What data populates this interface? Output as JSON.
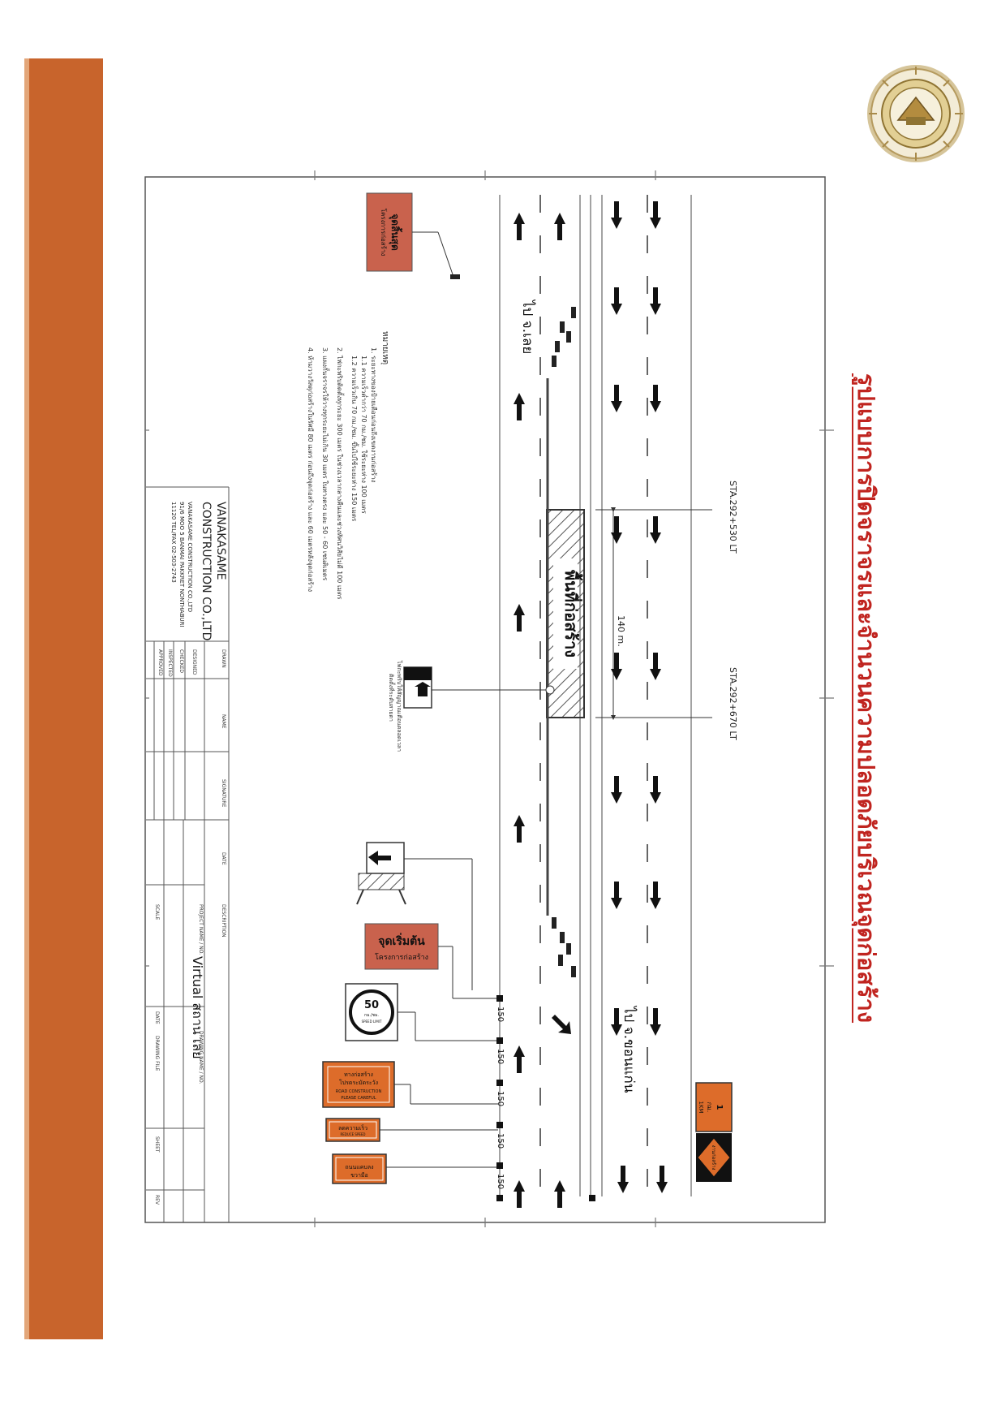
{
  "title": "รูปแบบการปิดจราจรและจำนวนความปลอดภัยบริเวณจุดก่อสร้าง",
  "seal": {
    "alt_text": "กรมทางหลวง"
  },
  "drawing": {
    "station_start": "STA.292+530 LT",
    "station_end": "STA.292+670 LT",
    "length": "140 m.",
    "construction_area": "พื้นที่ก่อสร้าง",
    "dir_upper": "ไป จ.เลย",
    "dir_lower": "ไป จ.ขอนแก่น",
    "sign_end": {
      "line1": "จุดสิ้นสุด",
      "line2": "โครงการก่อสร้าง"
    },
    "sign_start": {
      "line1": "จุดเริ่มต้น",
      "line2": "โครงการก่อสร้าง"
    },
    "speed_sign": {
      "value": "50",
      "line1": "กม./ชม.",
      "line2": "SPEED LIMIT"
    },
    "sign_caution": {
      "line1": "ทางก่อสร้าง",
      "line2": "โปรดระมัดระวัง",
      "line3": "ROAD CONSTRUCTION",
      "line4": "PLEASE CAREFUL"
    },
    "sign_slow": {
      "line1": "ลดความเร็ว",
      "line2": "REDUCE SPEED"
    },
    "sign_narrow": {
      "line1": "ถนนแคบลง",
      "line2": "ขวามือ"
    },
    "sign_1km": {
      "line1": "1",
      "line2": "กม.",
      "line3": "1KM"
    },
    "sign_diamond": "งานก่อสร้าง",
    "dist_150": "150",
    "light_note": {
      "line1": "ไฟกะพริบให้สัญญาณเตือนตลอดเวลา",
      "line2": "ติดตั้งที่ระดับสายตา"
    },
    "notes_header": "หมายเหตุ",
    "notes": [
      "1. ระยะทางของป้ายเตือนก่อนถึงเขตงานก่อสร้าง",
      "1.1 ความเร็วต่ำกว่า 70 กม./ชม. ใช้ระยะห่าง 100 เมตร",
      "1.2 ความเร็วเกิน 70 กม./ชม. ขึ้นไปใช้ระยะห่าง 150 เมตร",
      "2. ไฟกะพริบติดตั้งทุกระยะ 300 เมตร ในช่วงเวลากลางคืนและช่วงทัศนวิสัยไม่ดี 100 เมตร",
      "3. แผงกั้นจราจรให้วางทุกระยะไม่เกิน 30 เมตร ในทางตรง และ 50 - 60 เซนติเมตร",
      "4. ห้ามวางวัสดุก่อสร้างในรัศมี 80 เมตร ก่อนถึงจุดก่อสร้าง และ 60 เมตรหลังจุดก่อสร้าง"
    ],
    "company": {
      "name1": "VANAKASAME",
      "name2": "CONSTRUCTION CO.,LTD",
      "sub1": "VANAKASAME CONSTRUCTION CO.,LTD",
      "sub2": "91/6 MOO 5 BANMAI PAKKRET NONTHABURI",
      "sub3": "11120 TEL/FAX 02-503-2743"
    },
    "title_block": {
      "drawn": "DRAWN",
      "designed": "DESIGNED",
      "checked": "CHECKED",
      "inspected": "INSPECTED",
      "approved": "APPROVED",
      "name": "NAME",
      "signature": "SIGNATURE",
      "date": "DATE",
      "description": "DESCRIPTION",
      "project_name": "PROJECT NAME / NO.",
      "drawing_name": "DRAWING NAME / NO.",
      "drawing_file": "DRAWING FILE",
      "scale": "SCALE",
      "date2": "DATE",
      "sheet": "SHEET",
      "rev": "REV",
      "project_title": "Virtual สถาน เลย"
    }
  }
}
